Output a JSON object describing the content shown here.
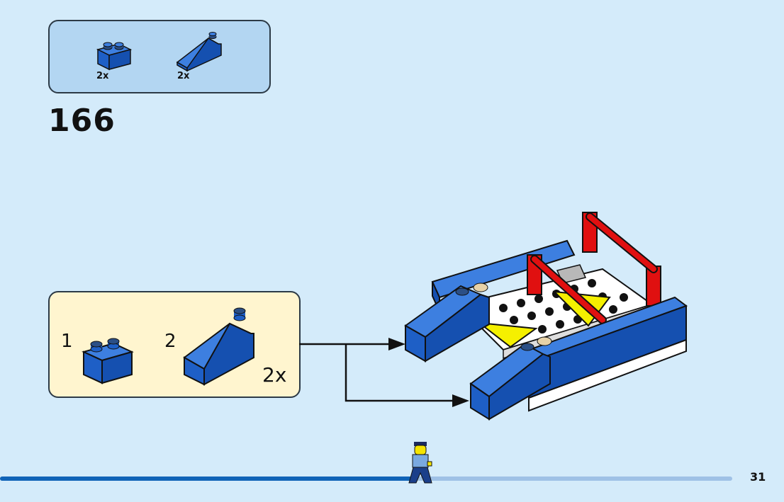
{
  "parts_list": {
    "items": [
      {
        "name": "brick-1x2-blue",
        "qty": "2x",
        "color": "#1e5fc6"
      },
      {
        "name": "slope-1x3-blue",
        "qty": "2x",
        "color": "#1e5fc6"
      }
    ]
  },
  "step": {
    "number": "166"
  },
  "sub_assembly": {
    "steps": [
      {
        "label": "1",
        "icon": "brick-1x2"
      },
      {
        "label": "2",
        "icon": "slope-brick"
      }
    ],
    "multiplier": "2x"
  },
  "page": {
    "number": "31",
    "progress": 0.57
  },
  "colors": {
    "background": "#d4ebfa",
    "parts_box": "#b3d6f2",
    "sub_box": "#fff5cf",
    "brick_blue": "#1e5fc6",
    "brick_red": "#e01010",
    "brick_yellow": "#f5f000",
    "progress": "#0f63b7"
  }
}
